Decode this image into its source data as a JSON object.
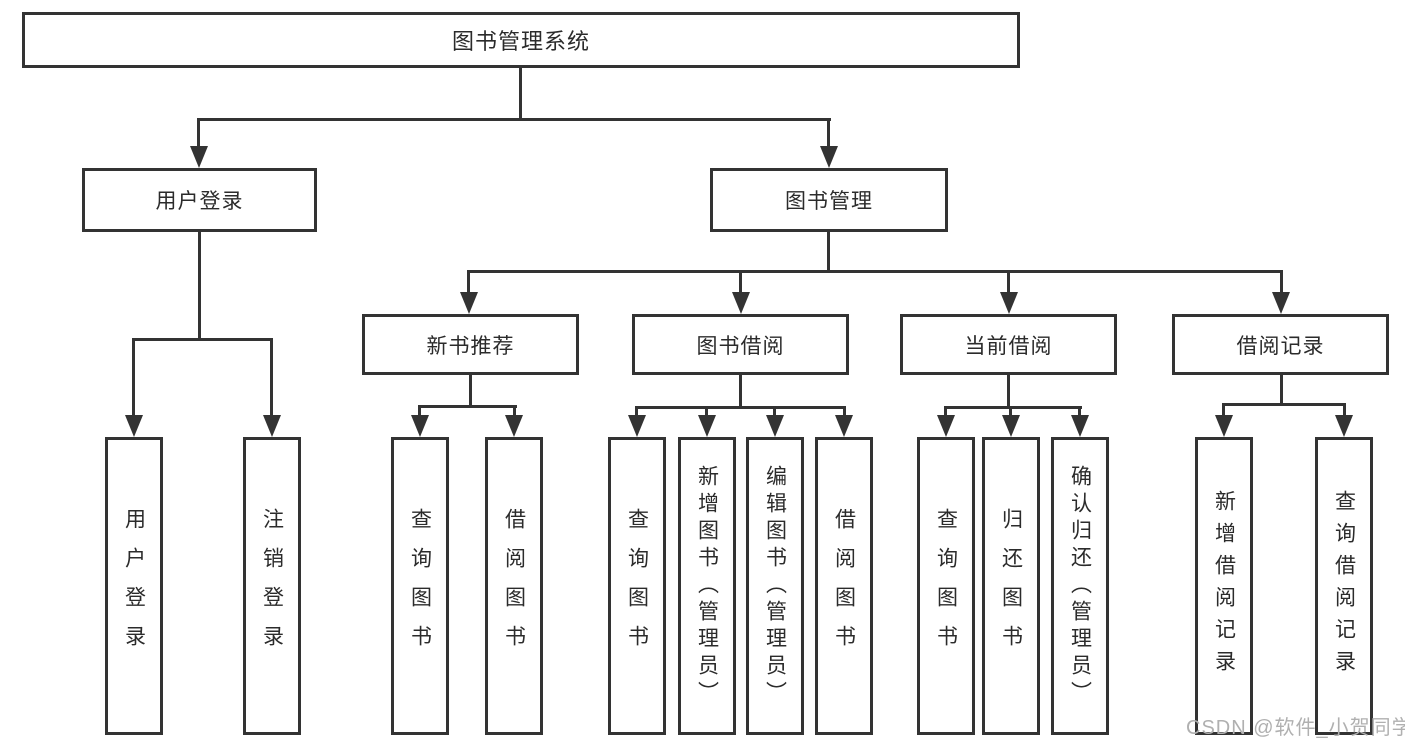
{
  "title": "图书管理系统",
  "level2": {
    "user_login": "用户登录",
    "book_management": "图书管理"
  },
  "level3": {
    "new_book_recommend": "新书推荐",
    "book_borrow": "图书借阅",
    "current_borrow": "当前借阅",
    "borrow_record": "借阅记录"
  },
  "level4": {
    "under_user_login": [
      "用户登录",
      "注销登录"
    ],
    "under_new_book_recommend": [
      "查询图书",
      "借阅图书"
    ],
    "under_book_borrow": [
      "查询图书",
      "新增图书（管理员）",
      "编辑图书（管理员）",
      "借阅图书"
    ],
    "under_current_borrow": [
      "查询图书",
      "归还图书",
      "确认归还（管理员）"
    ],
    "under_borrow_record": [
      "新增借阅记录",
      "查询借阅记录"
    ]
  },
  "watermark": "CSDN @软件_小贺同学",
  "colors": {
    "line": "#333333",
    "text": "#2b2b2b",
    "watermark": "#b0b0b0",
    "background": "#ffffff"
  }
}
